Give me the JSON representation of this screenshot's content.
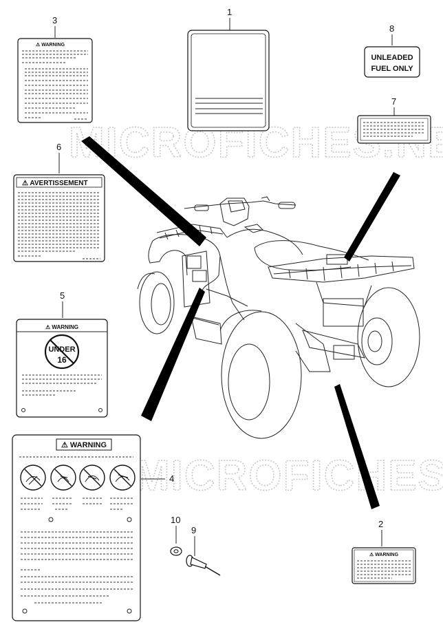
{
  "watermark": "MICROFICHES.NET",
  "callouts": [
    "1",
    "2",
    "3",
    "4",
    "5",
    "6",
    "7",
    "8",
    "9",
    "10"
  ],
  "labels": {
    "warning_small": "⚠ WARNING",
    "warning_large": "⚠ WARNING",
    "avertissement": "⚠ AVERTISSEMENT",
    "fuel_line1": "UNLEADED",
    "fuel_line2": "FUEL ONLY",
    "under": "UNDER",
    "age": "16"
  }
}
